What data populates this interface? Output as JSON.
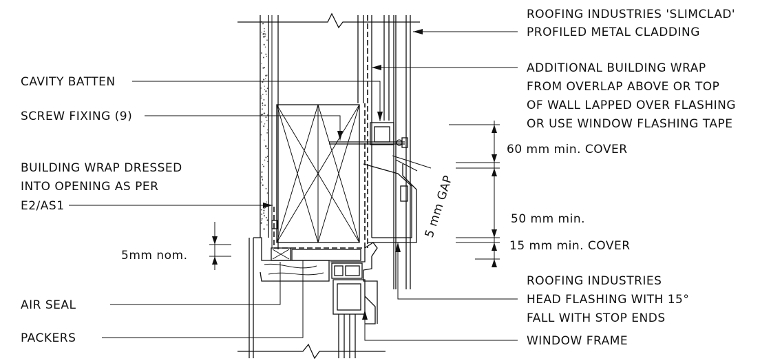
{
  "labels": {
    "cladding_1": "ROOFING INDUSTRIES 'SLIMCLAD'",
    "cladding_2": "PROFILED METAL CLADDING",
    "wrap_1": "ADDITIONAL BUILDING WRAP",
    "wrap_2": "FROM OVERLAP ABOVE OR TOP",
    "wrap_3": "OF WALL LAPPED OVER FLASHING",
    "wrap_4": "OR USE WINDOW FLASHING TAPE",
    "cavity_batten": "CAVITY BATTEN",
    "screw_fixing": "SCREW FIXING (9)",
    "building_wrap_1": "BUILDING WRAP DRESSED",
    "building_wrap_2": "INTO OPENING AS PER",
    "building_wrap_3": "E2/AS1",
    "cover_60": "60 mm min. COVER",
    "gap_5": "5 mm GAP",
    "min_50": "50 mm min.",
    "cover_15": "15 mm min. COVER",
    "nom_5": "5mm nom.",
    "air_seal": "AIR SEAL",
    "packers": "PACKERS",
    "head_1": "ROOFING INDUSTRIES",
    "head_2": "HEAD FLASHING WITH 15°",
    "head_3": "FALL WITH STOP ENDS",
    "window_frame": "WINDOW FRAME"
  }
}
